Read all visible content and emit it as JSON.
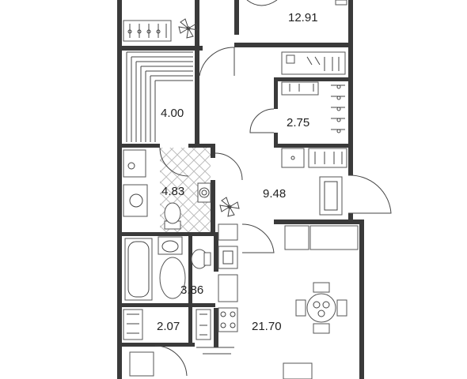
{
  "rooms": [
    {
      "id": "room-12",
      "area": "12.91"
    },
    {
      "id": "wardrobe",
      "area": "2.75"
    },
    {
      "id": "storage",
      "area": "4.00"
    },
    {
      "id": "bathroom",
      "area": "4.83"
    },
    {
      "id": "hall",
      "area": "9.48"
    },
    {
      "id": "washroom",
      "area": "3.86"
    },
    {
      "id": "closet",
      "area": "2.07"
    },
    {
      "id": "kitchen-living",
      "area": "21.70"
    }
  ],
  "icons": [
    "fan-icon",
    "dining-table-icon",
    "bathtub-icon",
    "toilet-icon",
    "sink-icon",
    "stove-icon"
  ],
  "colors": {
    "wall": "#3a3a3a",
    "line": "#444444",
    "hatch": "#bdbdbd"
  }
}
